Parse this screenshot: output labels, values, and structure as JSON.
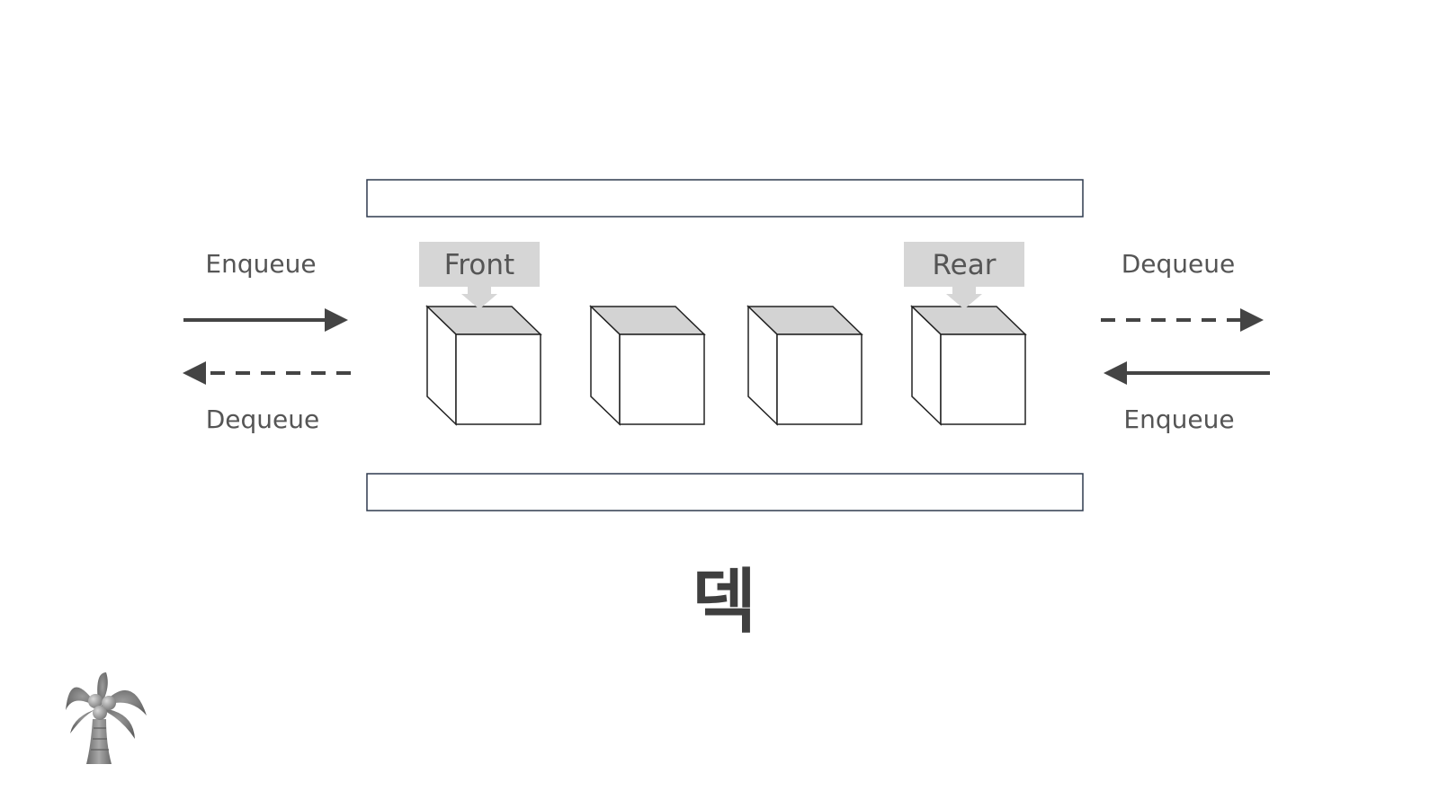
{
  "title": "덱",
  "pointers": {
    "front": "Front",
    "rear": "Rear"
  },
  "left_side": {
    "top_label": "Enqueue",
    "bottom_label": "Dequeue"
  },
  "right_side": {
    "top_label": "Dequeue",
    "bottom_label": "Enqueue"
  },
  "icons": {
    "logo": "palm-tree-icon"
  },
  "colors": {
    "rail_border": "#2e3a4e",
    "arrow": "#444444",
    "label_text": "#555555",
    "pointer_bg": "#d6d6d6",
    "cube_top": "#d3d3d3",
    "cube_edge": "#222222"
  }
}
